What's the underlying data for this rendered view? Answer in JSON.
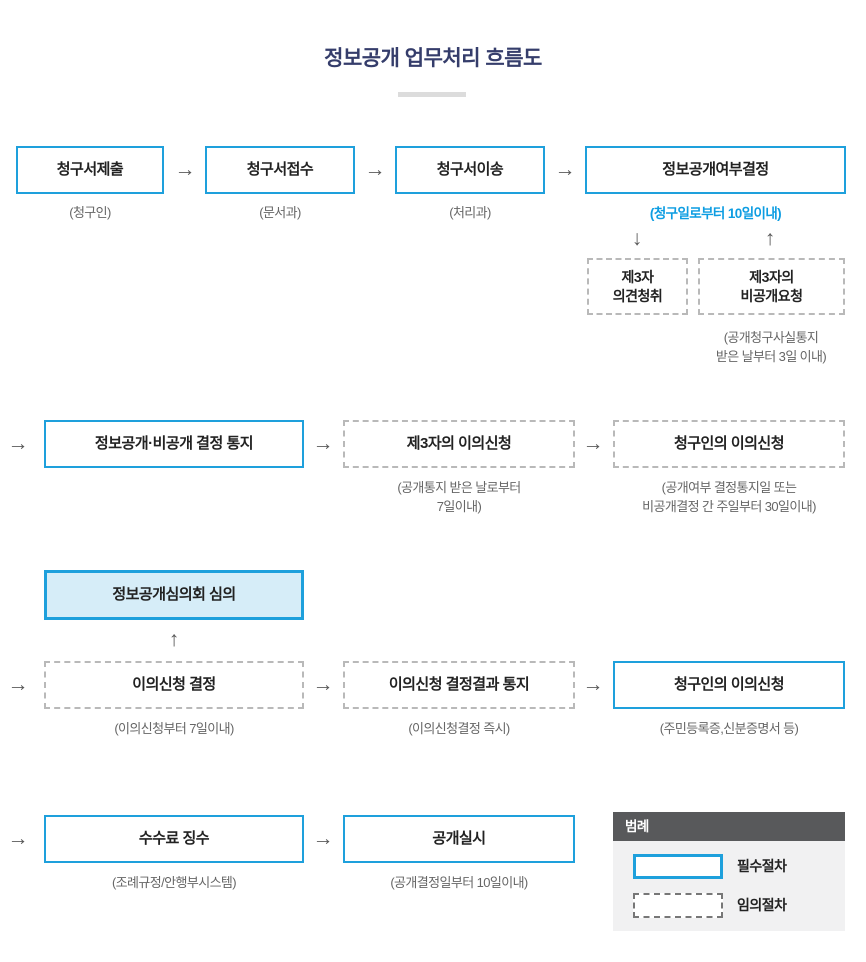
{
  "title": "정보공개 업무처리 흐름도",
  "icons": {
    "arrow_right": "→",
    "arrow_down": "↓",
    "arrow_up": "↑"
  },
  "colors": {
    "accent_blue": "#1ea0dc",
    "light_blue_fill": "#d6edf8",
    "caption_blue": "#0d9de2",
    "legend_header_bg": "#58595b",
    "legend_body_bg": "#f1f1f2"
  },
  "row1": {
    "nodes": [
      {
        "label": "청구서제출",
        "caption": "(청구인)"
      },
      {
        "label": "청구서접수",
        "caption": "(문서과)"
      },
      {
        "label": "청구서이송",
        "caption": "(처리과)"
      },
      {
        "label": "정보공개여부결정",
        "caption": "(청구일로부터 10일이내)"
      }
    ]
  },
  "branch": {
    "left_node": {
      "line1": "제3자",
      "line2": "의견청취"
    },
    "right_node": {
      "line1": "제3자의",
      "line2": "비공개요청"
    },
    "caption": {
      "line1": "(공개청구사실통지",
      "line2": "받은 날부터 3일 이내)"
    }
  },
  "row2": {
    "node1": {
      "label": "정보공개·비공개 결정 통지"
    },
    "node2": {
      "label": "제3자의 이의신청",
      "caption": {
        "line1": "(공개통지 받은 날로부터",
        "line2": "7일이내)"
      }
    },
    "node3": {
      "label": "청구인의 이의신청",
      "caption": {
        "line1": "(공개여부 결정통지일 또는",
        "line2": "비공개결정 간 주일부터 30일이내)"
      }
    }
  },
  "row3": {
    "review_node": {
      "label": "정보공개심의회 심의"
    },
    "node1": {
      "label": "이의신청 결정",
      "caption": "(이의신청부터 7일이내)"
    },
    "node2": {
      "label": "이의신청 결정결과 통지",
      "caption": "(이의신청결정 즉시)"
    },
    "node3": {
      "label": "청구인의 이의신청",
      "caption": "(주민등록증,신분증명서 등)"
    }
  },
  "row4": {
    "node1": {
      "label": "수수료 징수",
      "caption": "(조례규정/안행부시스템)"
    },
    "node2": {
      "label": "공개실시",
      "caption": "(공개결정일부터 10일이내)"
    }
  },
  "legend": {
    "title": "범례",
    "items": [
      {
        "label": "필수절차",
        "style": "solid"
      },
      {
        "label": "임의절차",
        "style": "dashed"
      }
    ]
  }
}
